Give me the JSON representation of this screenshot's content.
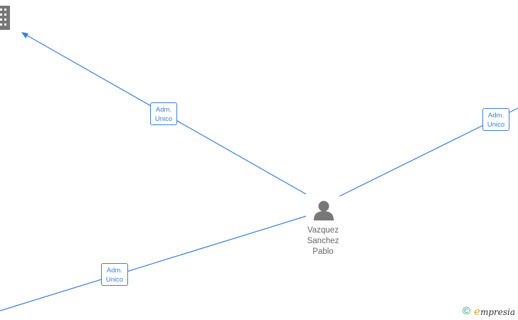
{
  "person": {
    "name_lines": [
      "Vazquez",
      "Sanchez",
      "Pablo"
    ]
  },
  "edges": [
    {
      "label_line1": "Adm.",
      "label_line2": "Unico"
    },
    {
      "label_line1": "Adm.",
      "label_line2": "Unico"
    },
    {
      "label_line1": "Adm.",
      "label_line2": "Unico"
    }
  ],
  "watermark": {
    "symbol": "©",
    "brand_initial": "e",
    "brand_rest": "mpresia"
  },
  "colors": {
    "edge": "#3d7fd1",
    "icon": "#777777",
    "brand_accent": "#e9a21e"
  },
  "icons": {
    "company": "building-icon",
    "person": "person-icon"
  }
}
